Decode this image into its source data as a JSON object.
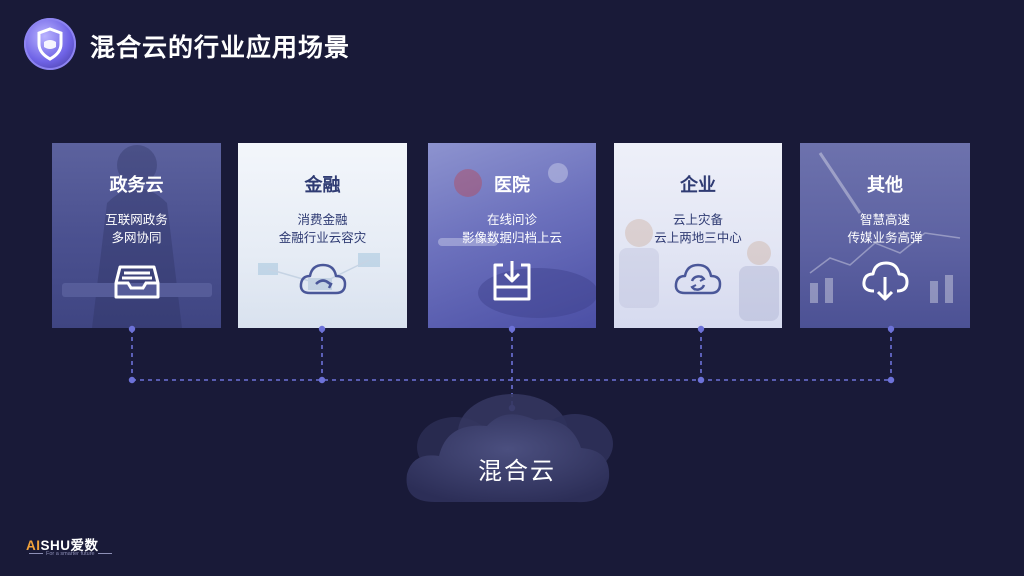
{
  "header": {
    "title": "混合云的行业应用场景"
  },
  "cards": [
    {
      "title": "政务云",
      "lines": [
        "互联网政务",
        "多网协同"
      ],
      "icon": "inbox-tray-icon"
    },
    {
      "title": "金融",
      "lines": [
        "消费金融",
        "金融行业云容灾"
      ],
      "icon": "cloud-sync-icon"
    },
    {
      "title": "医院",
      "lines": [
        "在线问诊",
        "影像数据归档上云"
      ],
      "icon": "download-box-icon"
    },
    {
      "title": "企业",
      "lines": [
        "云上灾备",
        "云上两地三中心"
      ],
      "icon": "cloud-refresh-icon"
    },
    {
      "title": "其他",
      "lines": [
        "智慧高速",
        "传媒业务高弹"
      ],
      "icon": "cloud-download-icon"
    }
  ],
  "hub": {
    "label": "混合云"
  },
  "brand": {
    "name_accent": "AI",
    "name_rest": "SHU爱数",
    "tagline": "For a smarter future"
  },
  "colors": {
    "background": "#191a38",
    "connector": "#6d72d8",
    "accent": "#f2a23a"
  }
}
